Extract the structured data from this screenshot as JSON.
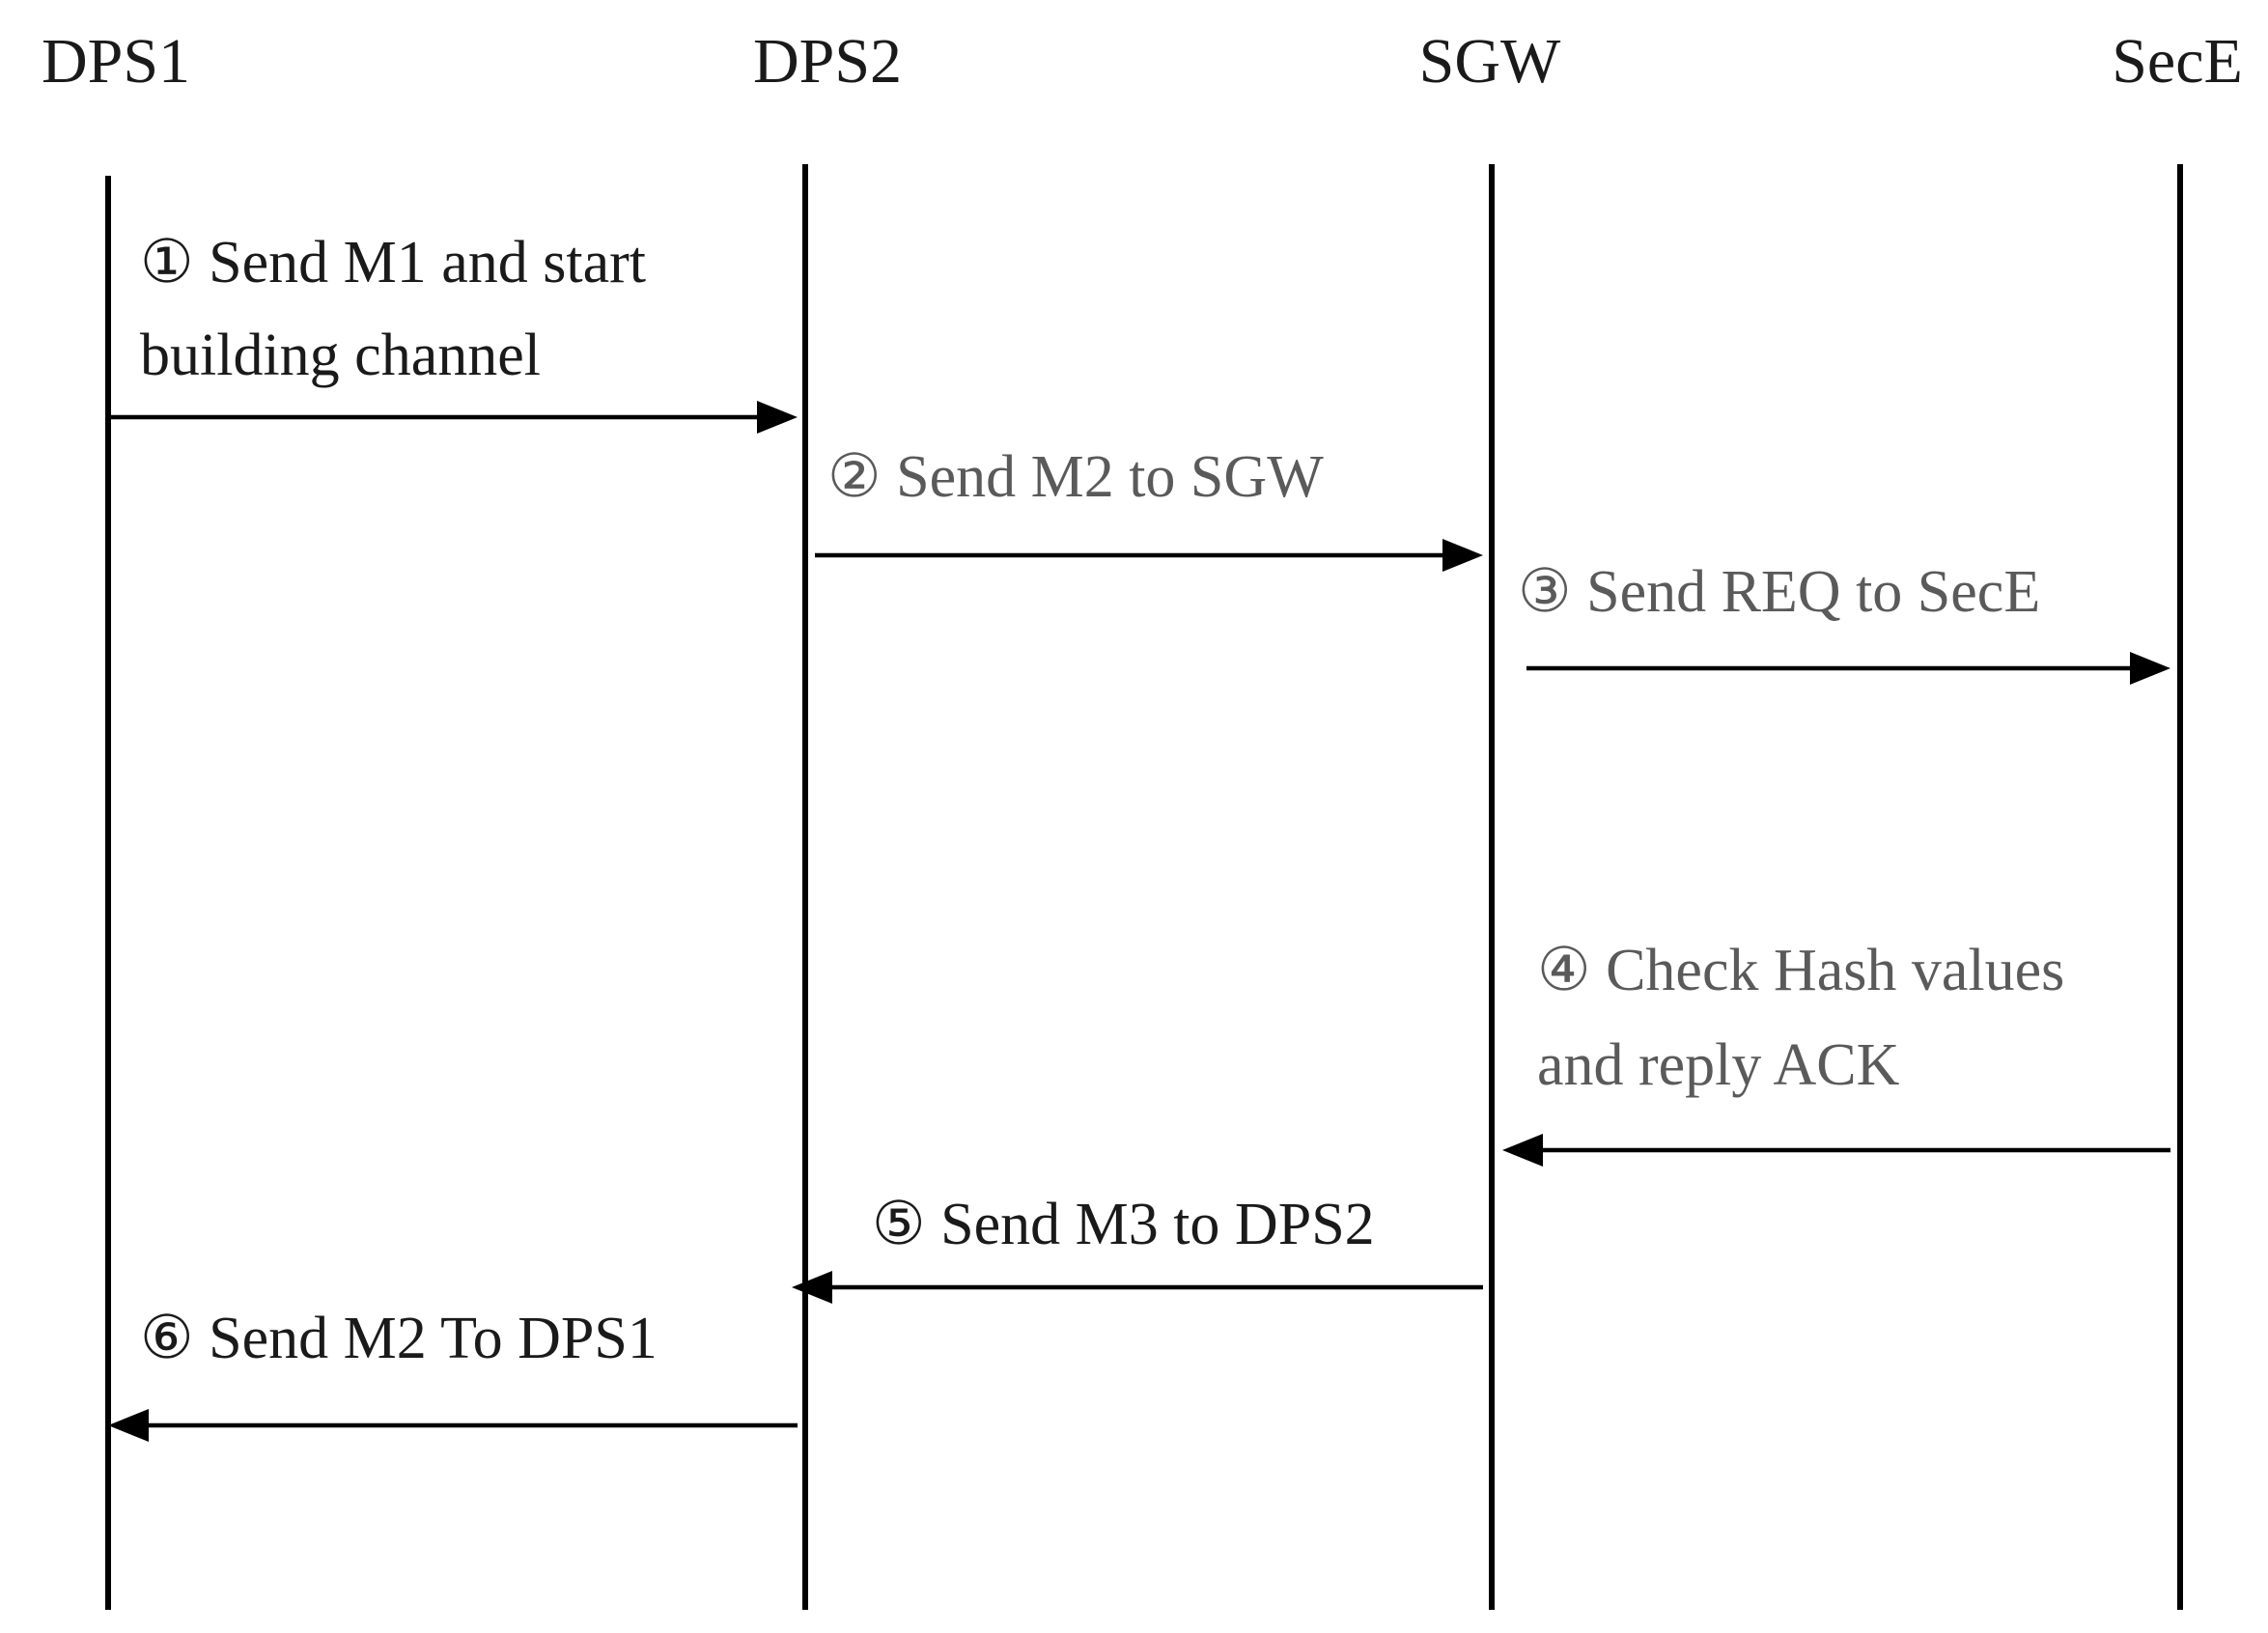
{
  "participants": [
    {
      "id": "dps1",
      "label": "DPS1"
    },
    {
      "id": "dps2",
      "label": "DPS2"
    },
    {
      "id": "sgw",
      "label": "SGW"
    },
    {
      "id": "sece",
      "label": "SecE"
    }
  ],
  "messages": [
    {
      "id": "step-1",
      "from": "DPS1",
      "to": "DPS2",
      "lines": [
        "① Send M1 and start",
        "building channel"
      ],
      "color": "#1a1a1a"
    },
    {
      "id": "step-2",
      "from": "DPS2",
      "to": "SGW",
      "lines": [
        "② Send M2 to SGW"
      ],
      "color": "#5a5a5a"
    },
    {
      "id": "step-3",
      "from": "SGW",
      "to": "SecE",
      "lines": [
        "③ Send REQ to SecE"
      ],
      "color": "#5a5a5a"
    },
    {
      "id": "step-4",
      "from": "SecE",
      "to": "SGW",
      "lines": [
        "④ Check Hash values",
        "and reply ACK"
      ],
      "color": "#5a5a5a"
    },
    {
      "id": "step-5",
      "from": "SGW",
      "to": "DPS2",
      "lines": [
        "⑤ Send M3 to DPS2"
      ],
      "color": "#1a1a1a"
    },
    {
      "id": "step-6",
      "from": "DPS2",
      "to": "DPS1",
      "lines": [
        "⑥ Send M2 To DPS1"
      ],
      "color": "#1a1a1a"
    }
  ]
}
